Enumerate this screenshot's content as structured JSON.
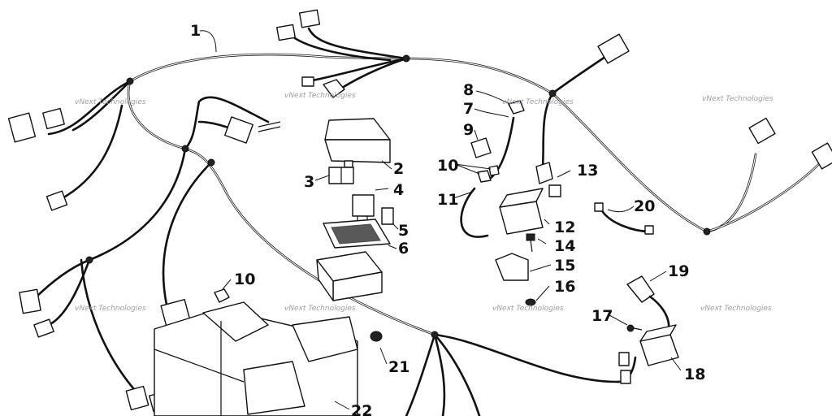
{
  "diagram": {
    "callouts": [
      "1",
      "2",
      "3",
      "4",
      "5",
      "6",
      "7",
      "8",
      "9",
      "10",
      "10",
      "11",
      "12",
      "13",
      "14",
      "15",
      "16",
      "17",
      "18",
      "19",
      "20",
      "21",
      "22"
    ],
    "watermark": "vNext Technologies"
  }
}
